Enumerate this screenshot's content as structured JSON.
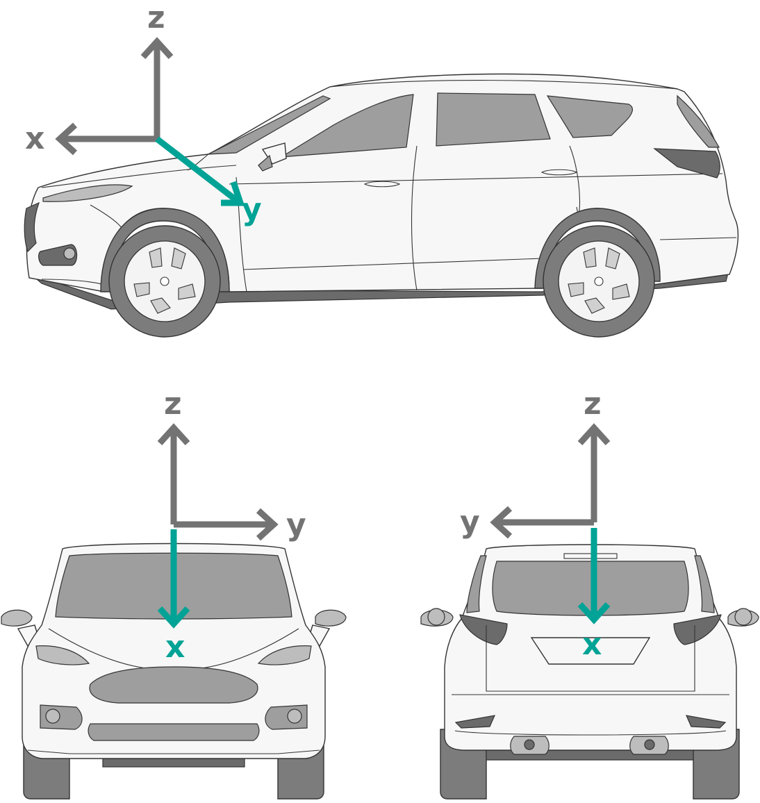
{
  "colors": {
    "axis_gray": "#737373",
    "axis_teal": "#00a395",
    "body_fill": "#f7f7f7",
    "outline": "#333333",
    "glass": "#9e9e9e",
    "tire": "#7c7c7c",
    "tire_dark": "#5f5f5f",
    "wheel": "#f4f4f4",
    "spoke": "#d0d0d0",
    "lamp": "#bdbdbd",
    "dark_part": "#6b6b6b"
  },
  "side_view": {
    "axes": {
      "x_label": "x",
      "y_label": "y",
      "z_label": "z"
    }
  },
  "front_view": {
    "axes": {
      "x_label": "x",
      "y_label": "y",
      "z_label": "z"
    }
  },
  "rear_view": {
    "axes": {
      "x_label": "x",
      "y_label": "y",
      "z_label": "z"
    }
  }
}
